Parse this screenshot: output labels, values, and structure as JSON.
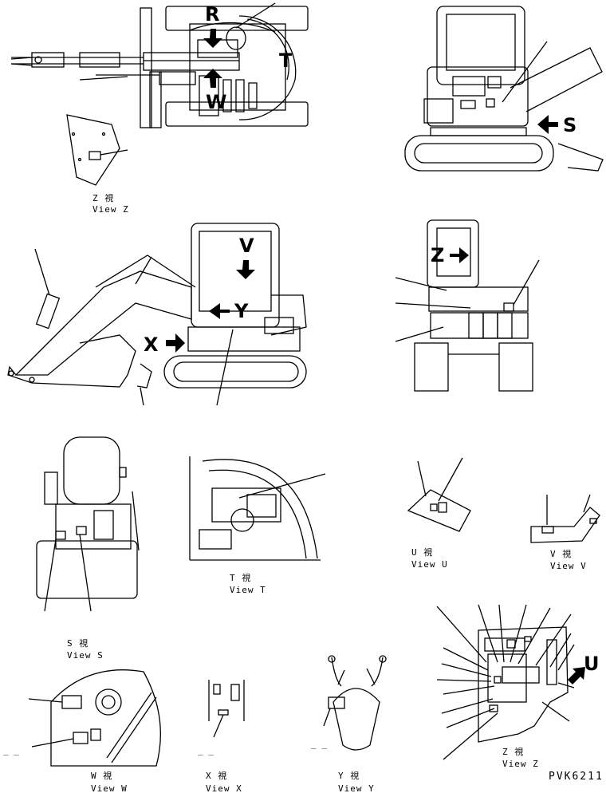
{
  "views": {
    "z1": {
      "kanji": "Z 視",
      "label": "View Z"
    },
    "s": {
      "kanji": "S 視",
      "label": "View S"
    },
    "t": {
      "kanji": "T 視",
      "label": "View T"
    },
    "u": {
      "kanji": "U 視",
      "label": "View U"
    },
    "v": {
      "kanji": "V 視",
      "label": "View V"
    },
    "w": {
      "kanji": "W 視",
      "label": "View W"
    },
    "x": {
      "kanji": "X 視",
      "label": "View X"
    },
    "y": {
      "kanji": "Y 視",
      "label": "View Y"
    },
    "z2": {
      "kanji": "Z 視",
      "label": "View Z"
    }
  },
  "arrow_letters": {
    "r": "R",
    "w": "W",
    "t": "T",
    "s": "S",
    "v": "V",
    "y": "Y",
    "x": "X",
    "z": "Z",
    "u": "U"
  },
  "dash_marks": {
    "w": "_ _",
    "x": "_ _",
    "y": "_ _"
  },
  "drawing_code": "PVK6211"
}
